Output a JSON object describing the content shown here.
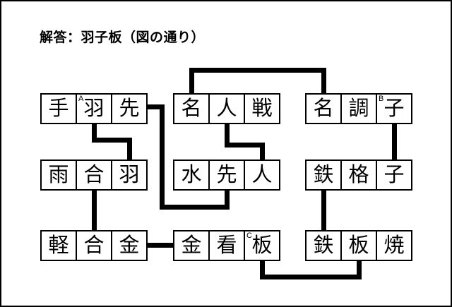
{
  "title": "解答：羽子板（図の通り）",
  "words": [
    {
      "cells": [
        {
          "char": "手"
        },
        {
          "char": "羽",
          "marker": "A"
        },
        {
          "char": "先"
        }
      ]
    },
    {
      "cells": [
        {
          "char": "名"
        },
        {
          "char": "人"
        },
        {
          "char": "戦"
        }
      ]
    },
    {
      "cells": [
        {
          "char": "名"
        },
        {
          "char": "調"
        },
        {
          "char": "子",
          "marker": "B"
        }
      ]
    },
    {
      "cells": [
        {
          "char": "雨"
        },
        {
          "char": "合"
        },
        {
          "char": "羽"
        }
      ]
    },
    {
      "cells": [
        {
          "char": "水"
        },
        {
          "char": "先"
        },
        {
          "char": "人"
        }
      ]
    },
    {
      "cells": [
        {
          "char": "鉄"
        },
        {
          "char": "格"
        },
        {
          "char": "子"
        }
      ]
    },
    {
      "cells": [
        {
          "char": "軽"
        },
        {
          "char": "合"
        },
        {
          "char": "金"
        }
      ]
    },
    {
      "cells": [
        {
          "char": "金"
        },
        {
          "char": "看"
        },
        {
          "char": "板",
          "marker": "C"
        }
      ]
    },
    {
      "cells": [
        {
          "char": "鉄"
        },
        {
          "char": "板"
        },
        {
          "char": "焼"
        }
      ]
    }
  ],
  "connections": [
    {
      "from": "手羽先:羽",
      "to": "雨合羽:羽"
    },
    {
      "from": "手羽先:先",
      "to": "水先人:先"
    },
    {
      "from": "名人戦:人",
      "to": "水先人:人"
    },
    {
      "from": "名人戦:名",
      "to": "名調子:名"
    },
    {
      "from": "名調子:子",
      "to": "鉄格子:子"
    },
    {
      "from": "雨合羽:合",
      "to": "軽合金:合"
    },
    {
      "from": "軽合金:金",
      "to": "金看板:金"
    },
    {
      "from": "金看板:板",
      "to": "鉄板焼:板"
    },
    {
      "from": "鉄格子:鉄",
      "to": "鉄板焼:鉄"
    }
  ],
  "line_color": "#000000"
}
